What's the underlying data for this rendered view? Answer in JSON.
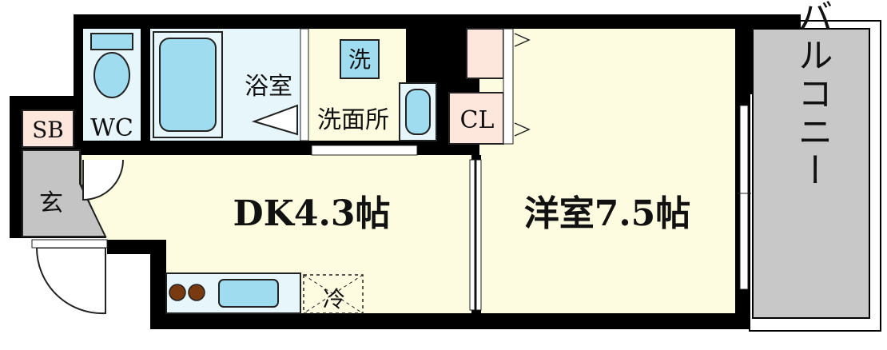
{
  "rooms": {
    "dk": "DK4.3帖",
    "western": "洋室7.5帖",
    "bath": "浴室",
    "washroom": "洗面所",
    "wash_machine": "洗",
    "closet": "CL",
    "toilet": "WC",
    "shoe_box": "SB",
    "entrance": "玄",
    "fridge": "冷",
    "balcony": "バルコニー"
  },
  "colors": {
    "wall": "#000000",
    "dk_floor": "#fdfbe0",
    "western_floor": "#fdfbe0",
    "wet_area": "#e6f6fb",
    "washroom_floor": "#fdfbe0",
    "balcony": "#c8c8c8",
    "entrance": "#c4c4c4",
    "shoe_box": "#fde6dc",
    "closet": "#fde6dc",
    "fixture": "#9fdcf0",
    "stove": "#7a3a10"
  }
}
